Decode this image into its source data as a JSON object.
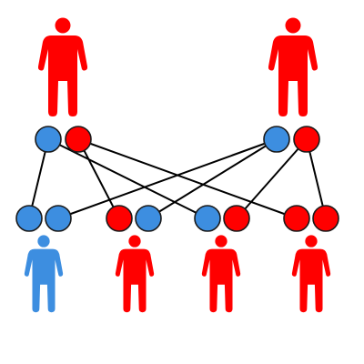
{
  "colors": {
    "red": "#ff0000",
    "blue": "#3d8ee0",
    "outline": "#1a1a1a",
    "background": "#ffffff"
  },
  "parents": [
    {
      "allele_left": "blue",
      "allele_right": "red",
      "body": "red"
    },
    {
      "allele_left": "blue",
      "allele_right": "red",
      "body": "red"
    }
  ],
  "offspring": [
    {
      "allele_left": "blue",
      "allele_right": "blue",
      "body": "blue"
    },
    {
      "allele_left": "red",
      "allele_right": "blue",
      "body": "red"
    },
    {
      "allele_left": "blue",
      "allele_right": "red",
      "body": "red"
    },
    {
      "allele_left": "red",
      "allele_right": "red",
      "body": "red"
    }
  ],
  "crosses": [
    {
      "from": "p1-left",
      "to": "o1-left"
    },
    {
      "from": "p1-left",
      "to": "o3-left"
    },
    {
      "from": "p1-right",
      "to": "o2-left"
    },
    {
      "from": "p1-right",
      "to": "o4-left"
    },
    {
      "from": "p2-left",
      "to": "o1-right"
    },
    {
      "from": "p2-left",
      "to": "o2-right"
    },
    {
      "from": "p2-right",
      "to": "o3-right"
    },
    {
      "from": "p2-right",
      "to": "o4-right"
    }
  ]
}
